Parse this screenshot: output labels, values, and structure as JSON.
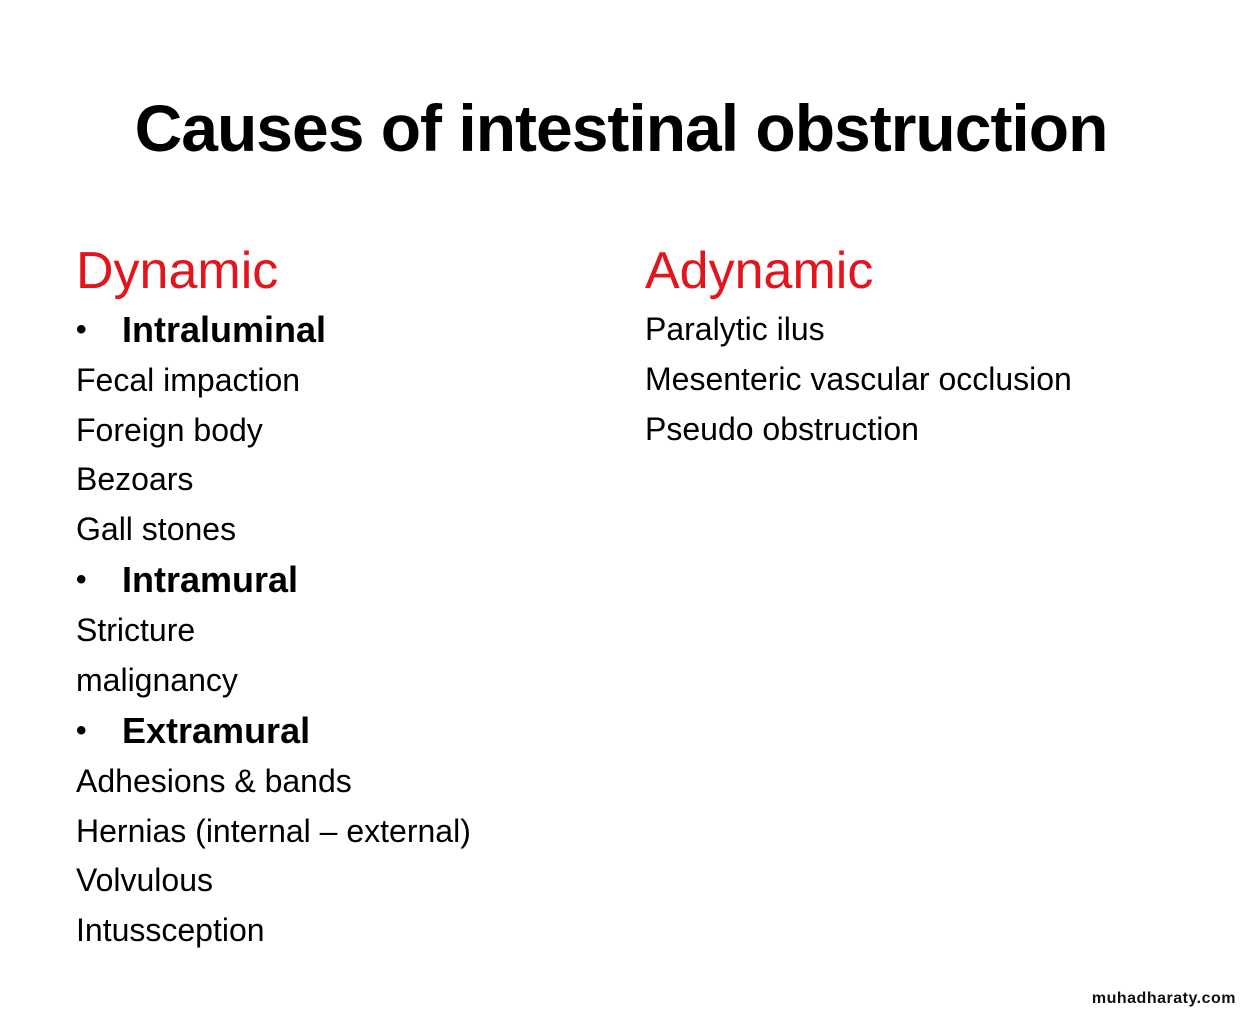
{
  "slide": {
    "title": "Causes of intestinal obstruction",
    "accent_color": "#e3141b",
    "left": {
      "heading": "Dynamic",
      "groups": [
        {
          "label": "Intraluminal",
          "items": [
            "Fecal impaction",
            "Foreign body",
            "Bezoars",
            "Gall stones"
          ]
        },
        {
          "label": "Intramural",
          "items": [
            "Stricture",
            "malignancy"
          ]
        },
        {
          "label": "Extramural",
          "items": [
            "Adhesions & bands",
            "Hernias (internal – external)",
            "Volvulous",
            "Intussception"
          ]
        }
      ]
    },
    "right": {
      "heading": "Adynamic",
      "items": [
        "Paralytic ilus",
        "Mesenteric vascular occlusion",
        "Pseudo obstruction"
      ]
    },
    "bullet_glyph": "•",
    "watermark": "muhadharaty.com"
  }
}
